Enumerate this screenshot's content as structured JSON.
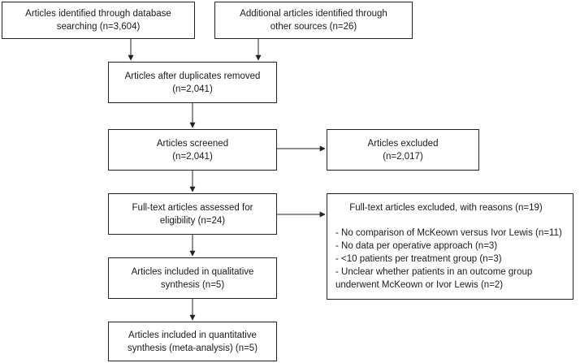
{
  "boxes": {
    "database": [
      "Articles identified through database",
      "searching (n=3,604)"
    ],
    "other_sources": [
      "Additional articles identified through",
      "other sources (n=26)"
    ],
    "after_duplicates": [
      "Articles after duplicates removed",
      "(n=2,041)"
    ],
    "screened": [
      "Articles screened",
      "(n=2,041)"
    ],
    "excluded": [
      "Articles excluded",
      "(n=2,017)"
    ],
    "full_text": [
      "Full-text articles assessed for",
      "eligibility (n=24)"
    ],
    "qualitative": [
      "Articles included in qualitative",
      "synthesis (n=5)"
    ],
    "quantitative": [
      "Articles included in quantitative",
      "synthesis (meta-analysis) (n=5)"
    ]
  },
  "full_text_excluded": {
    "heading": "Full-text articles excluded, with reasons (n=19)",
    "items": [
      "- No comparison of McKeown versus Ivor Lewis (n=11)",
      "- No data per operative approach (n=3)",
      "- <10 patients per treatment group (n=3)",
      "- Unclear whether patients in an outcome group",
      "underwent McKeown or Ivor Lewis (n=2)"
    ]
  }
}
